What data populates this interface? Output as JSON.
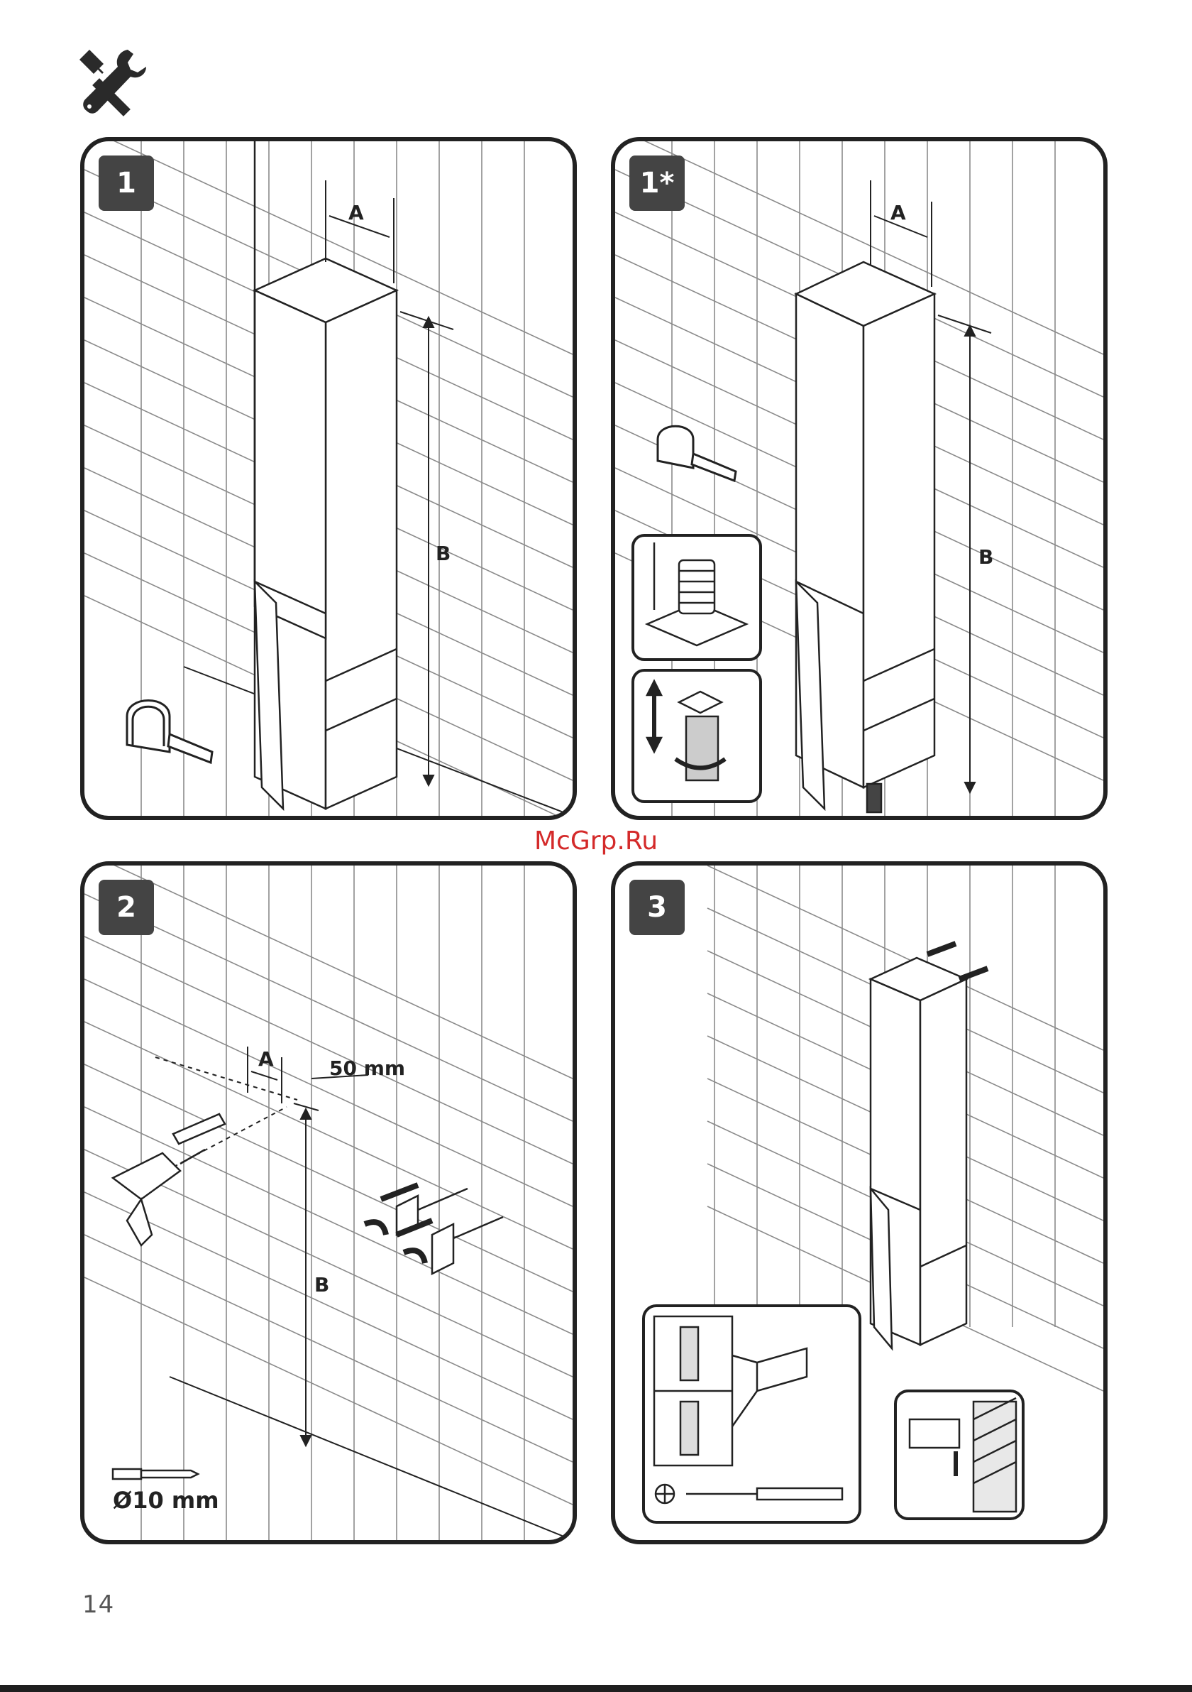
{
  "header": {
    "icon": "tools-icon"
  },
  "panels": {
    "step1": {
      "badge": "1",
      "dim_a": "A",
      "dim_b": "B"
    },
    "step1_alt": {
      "badge": "1*",
      "dim_a": "A",
      "dim_b": "B"
    },
    "step2": {
      "badge": "2",
      "dim_a": "A",
      "dim_b": "B",
      "offset_label": "50 mm",
      "drill_label": "Ø10 mm"
    },
    "step3": {
      "badge": "3"
    }
  },
  "watermark": "McGrp.Ru",
  "page_number": "14",
  "colors": {
    "ink": "#222222",
    "badge": "#444444",
    "grid": "#8a8a8a",
    "watermark": "#d42a2a"
  }
}
